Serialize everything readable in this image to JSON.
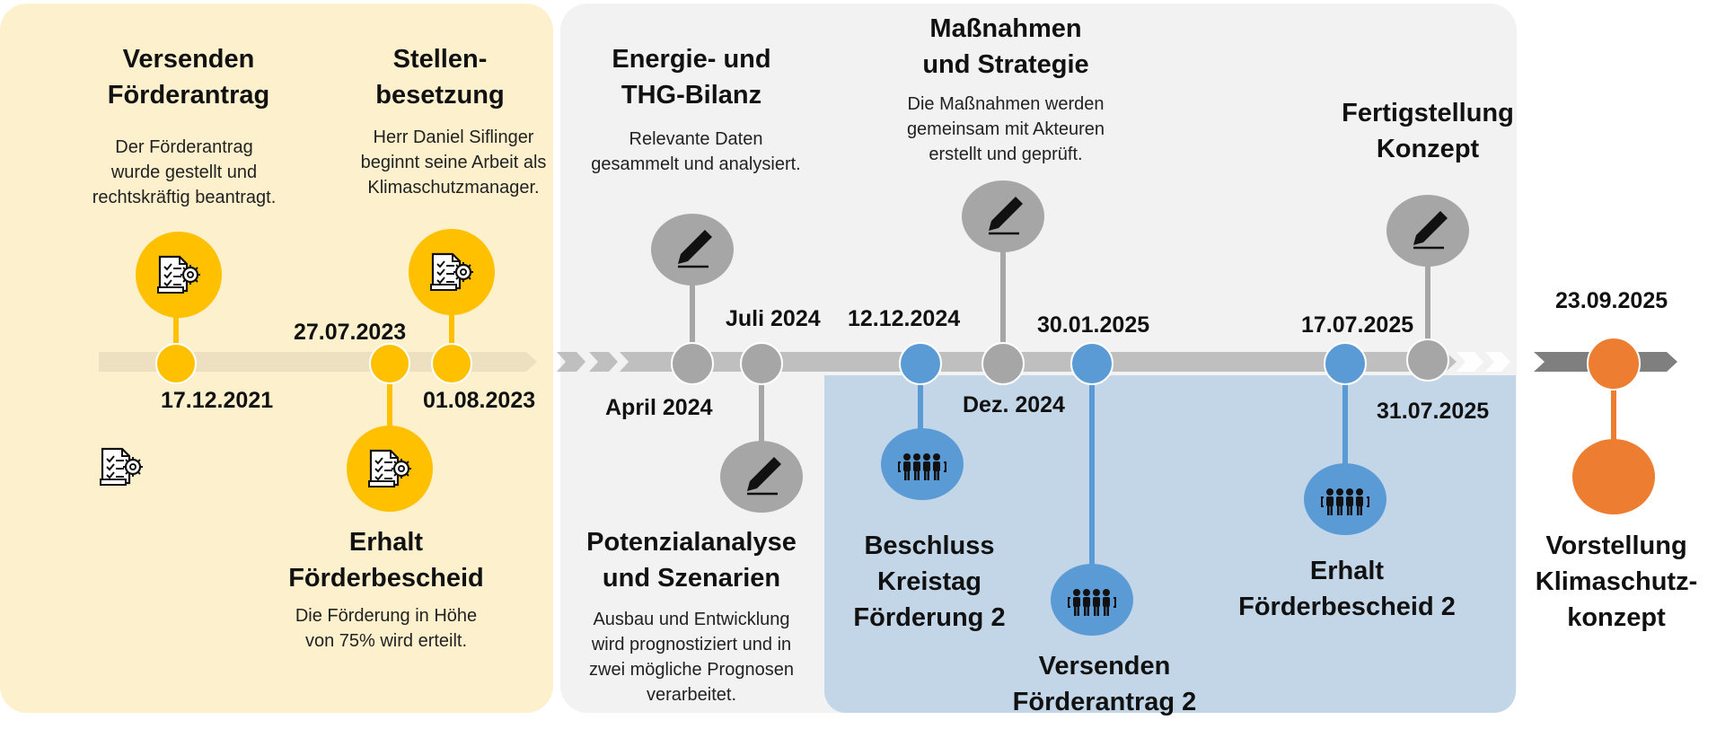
{
  "colors": {
    "phase1_bg": "#fdf0cc",
    "phase2_bg": "#f2f2f2",
    "phase3_bg": "#c2d6e8",
    "phase1_accent": "#ffc000",
    "phase1_track": "#ede0c0",
    "grey_node": "#a6a6a6",
    "grey_track": "#bfbfbf",
    "blue_node": "#5b9bd5",
    "orange_node": "#ed7d31",
    "final_track": "#7f7f7f"
  },
  "milestones": [
    {
      "id": "versenden-foerderantrag",
      "title": [
        "Versenden",
        "Förderantrag"
      ],
      "desc": [
        "Der Förderantrag",
        "wurde gestellt und",
        "rechtskräftig beantragt."
      ],
      "date": "17.12.2021",
      "icon": "document-gear-icon"
    },
    {
      "id": "stellenbesetzung",
      "title": [
        "Stellen-",
        "besetzung"
      ],
      "desc": [
        "Herr Daniel Siflinger",
        "beginnt seine Arbeit als",
        "Klimaschutzmanager."
      ],
      "date": "01.08.2023",
      "icon": "document-gear-icon"
    },
    {
      "id": "erhalt-foerderbescheid",
      "title": [
        "Erhalt",
        "Förderbescheid"
      ],
      "desc": [
        "Die Förderung in Höhe",
        "von 75% wird erteilt."
      ],
      "date": "27.07.2023",
      "icon": "document-gear-icon"
    },
    {
      "id": "energie-thg-bilanz",
      "title": [
        "Energie- und",
        "THG-Bilanz"
      ],
      "desc": [
        "Relevante Daten",
        "gesammelt und analysiert."
      ],
      "date": "April 2024",
      "icon": "pencil-icon"
    },
    {
      "id": "potenzialanalyse",
      "title": [
        "Potenzialanalyse",
        "und Szenarien"
      ],
      "desc": [
        "Ausbau und Entwicklung",
        "wird prognostiziert und in",
        "zwei mögliche Prognosen",
        "verarbeitet."
      ],
      "date": "Juli 2024",
      "icon": "pencil-icon"
    },
    {
      "id": "beschluss-kreistag",
      "title": [
        "Beschluss",
        "Kreistag",
        "Förderung 2"
      ],
      "date": "12.12.2024",
      "icon": "people-group-icon"
    },
    {
      "id": "massnahmen-strategie",
      "title": [
        "Maßnahmen",
        "und Strategie"
      ],
      "desc": [
        "Die Maßnahmen werden",
        "gemeinsam mit Akteuren",
        "erstellt und geprüft."
      ],
      "date": "Dez. 2024",
      "icon": "pencil-icon"
    },
    {
      "id": "versenden-foerderantrag-2",
      "title": [
        "Versenden",
        "Förderantrag 2"
      ],
      "date": "30.01.2025",
      "icon": "people-group-icon"
    },
    {
      "id": "erhalt-foerderbescheid-2",
      "title": [
        "Erhalt",
        "Förderbescheid 2"
      ],
      "date": "17.07.2025",
      "icon": "people-group-icon"
    },
    {
      "id": "fertigstellung-konzept",
      "title": [
        "Fertigstellung",
        "Konzept"
      ],
      "date": "31.07.2025",
      "icon": "pencil-icon"
    },
    {
      "id": "vorstellung-klimaschutzkonzept",
      "title": [
        "Vorstellung",
        "Klimaschutz-",
        "konzept"
      ],
      "date": "23.09.2025",
      "icon": ""
    }
  ],
  "legend_icon": "document-gear-icon"
}
